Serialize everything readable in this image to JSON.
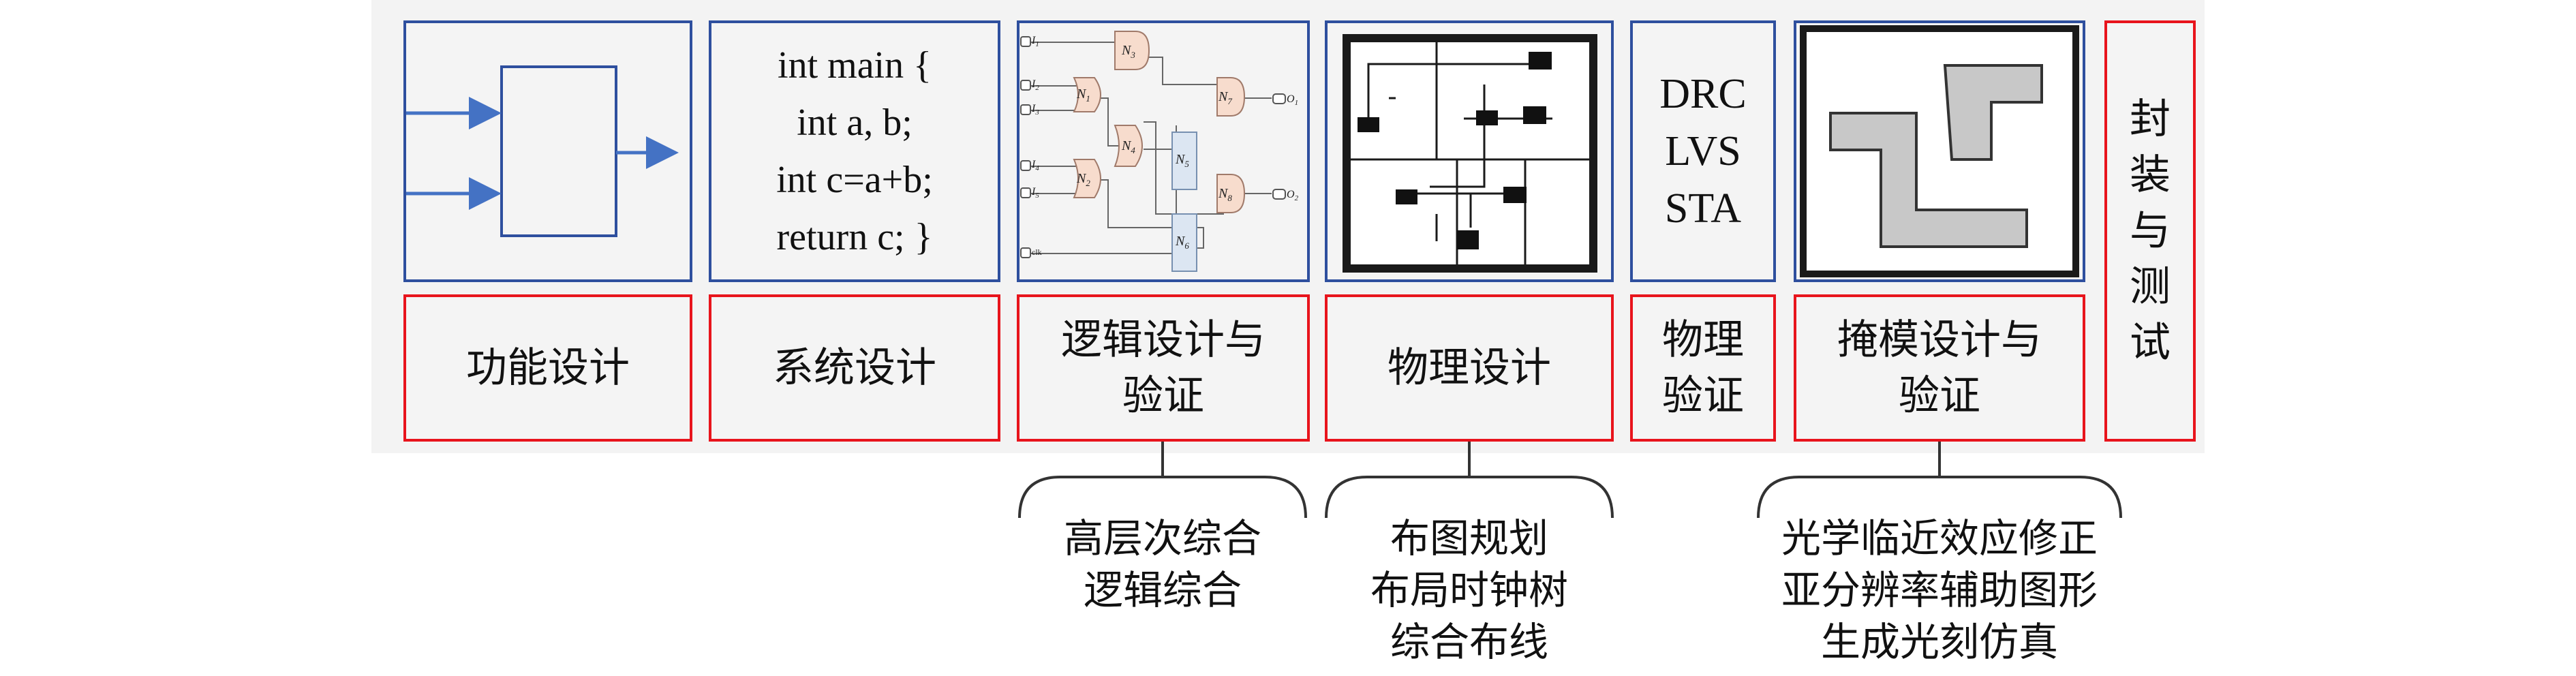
{
  "stages": [
    {
      "id": "functional",
      "label": "功能设计"
    },
    {
      "id": "system",
      "label": "系统设计"
    },
    {
      "id": "logic",
      "label": "逻辑设计与\n验证"
    },
    {
      "id": "physical",
      "label": "物理设计"
    },
    {
      "id": "physical-verify",
      "label": "物理\n验证"
    },
    {
      "id": "mask",
      "label": "掩模设计与\n验证"
    },
    {
      "id": "package",
      "label": "封\n装\n与\n测\n试"
    }
  ],
  "code_snippet": "int main {\nint a, b;\nint c=a+b;\nreturn c; }",
  "verification_checks": "DRC\nLVS\nSTA",
  "circuit": {
    "inputs": [
      "I1",
      "I2",
      "I3",
      "I4",
      "I5",
      "clk"
    ],
    "gates": [
      "N3",
      "N1",
      "N4",
      "N2",
      "N7",
      "N5",
      "N8",
      "N6"
    ],
    "outputs": [
      "O1",
      "O2"
    ]
  },
  "substeps": {
    "logic": "高层次综合\n逻辑综合",
    "physical": "布图规划\n布局时钟树\n综合布线",
    "mask": "光学临近效应修正\n亚分辨率辅助图形\n生成光刻仿真"
  },
  "colors": {
    "blue_border": "#2e4f9e",
    "red_border": "#e8141c",
    "arrow": "#4472c4",
    "gate_fill": "#f7dccd",
    "ff_fill": "#dce6f2",
    "mask_gray": "#c8c8c8"
  }
}
